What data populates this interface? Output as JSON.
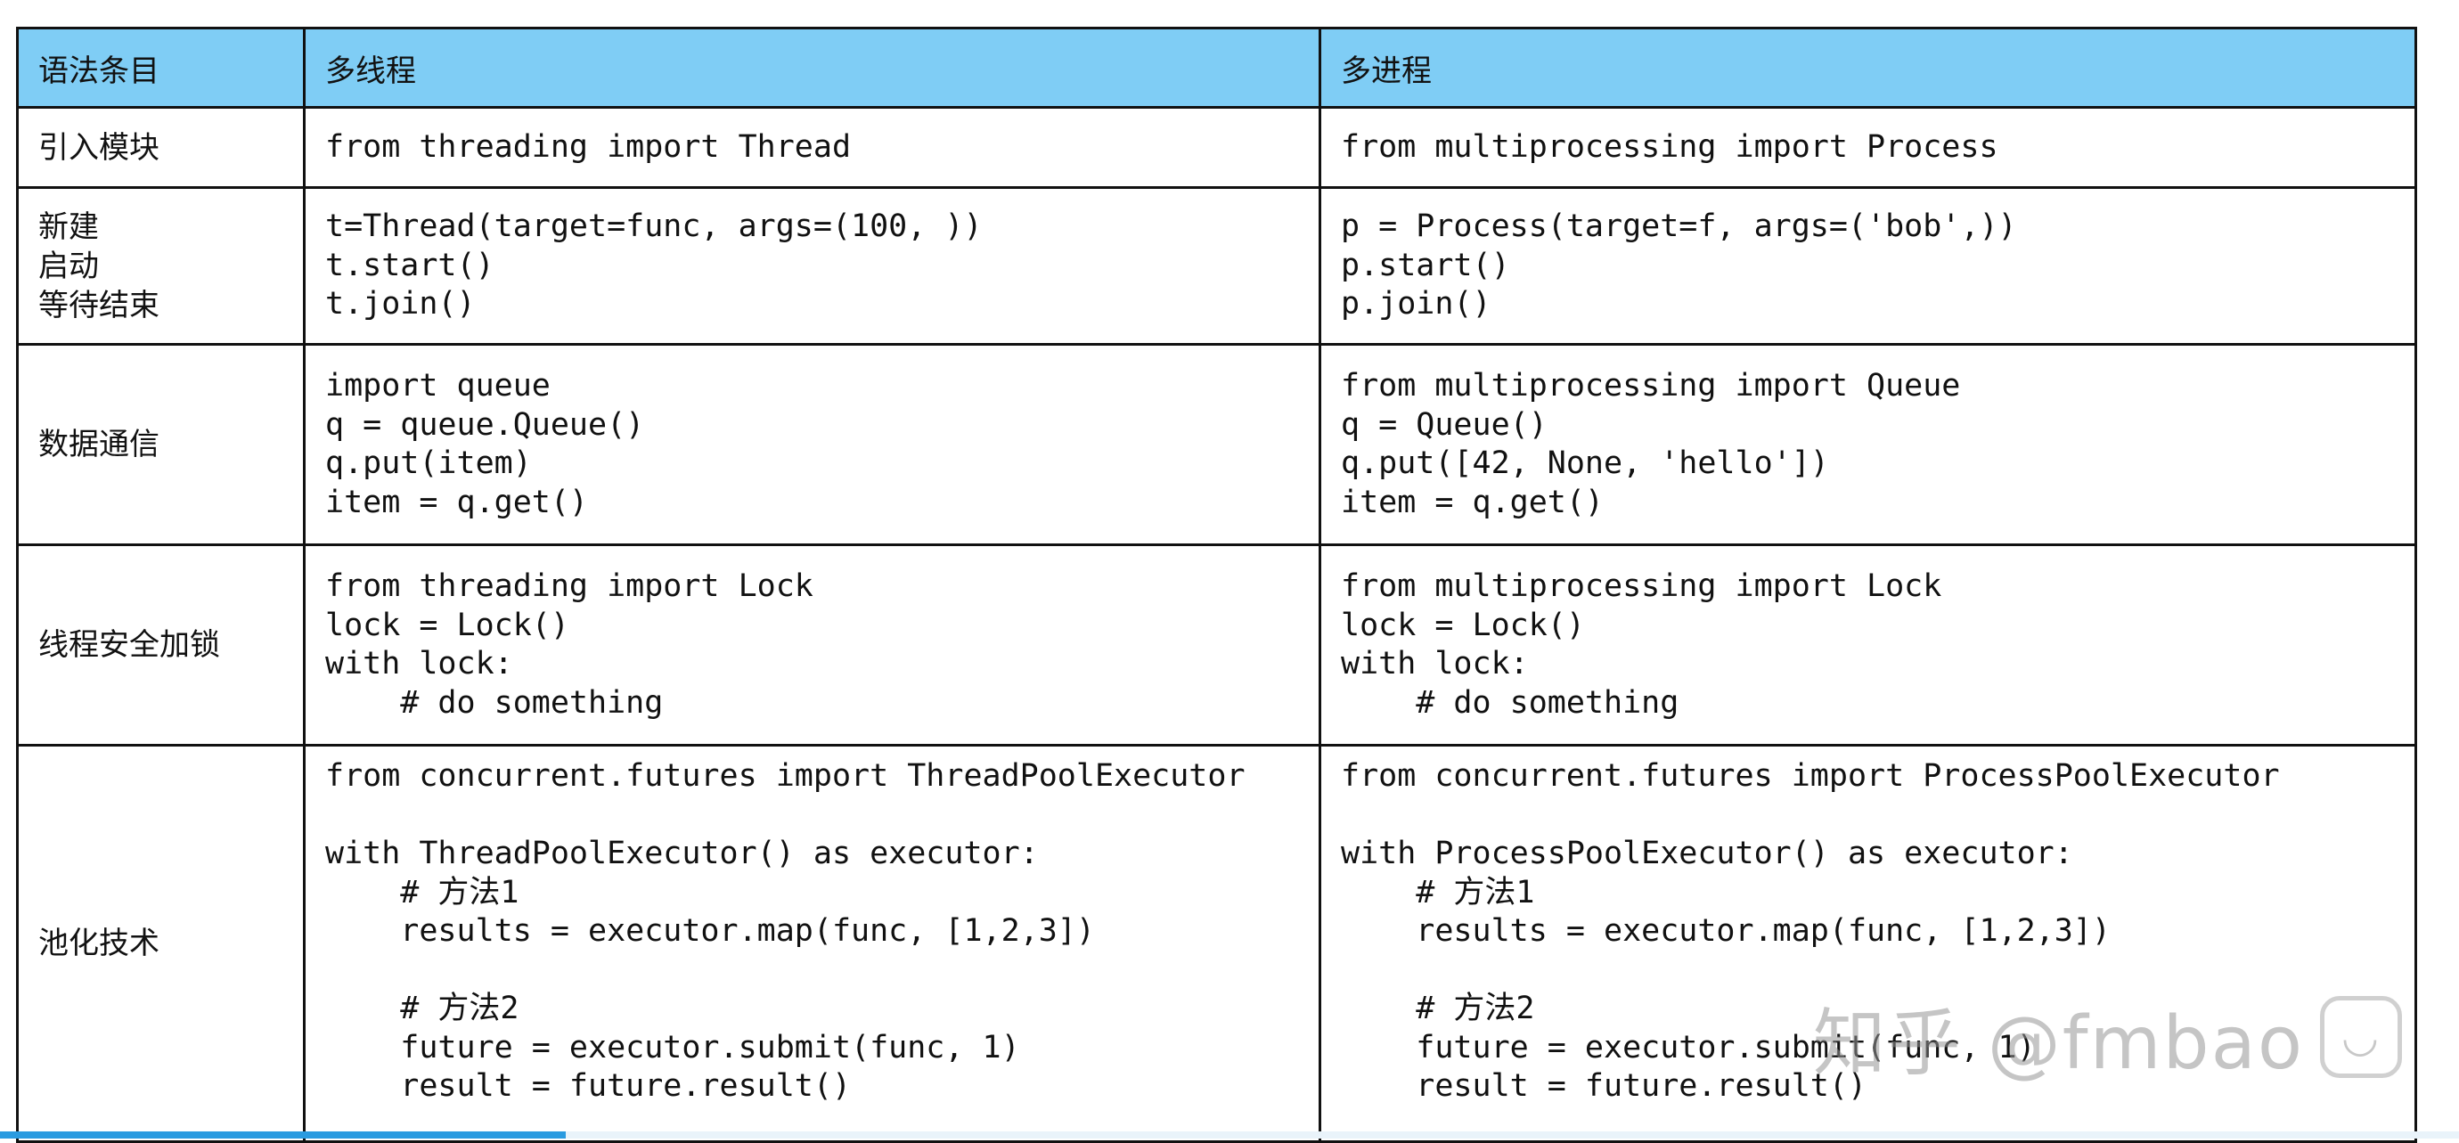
{
  "table": {
    "headers": [
      "语法条目",
      "多线程",
      "多进程"
    ],
    "rows": [
      {
        "label": "引入模块",
        "thread": "from threading import Thread",
        "process": "from multiprocessing import Process"
      },
      {
        "label": "新建\n启动\n等待结束",
        "thread": "t=Thread(target=func, args=(100, ))\nt.start()\nt.join()",
        "process": "p = Process(target=f, args=('bob',))\np.start()\np.join()"
      },
      {
        "label": "数据通信",
        "thread": "import queue\nq = queue.Queue()\nq.put(item)\nitem = q.get()",
        "process": "from multiprocessing import Queue\nq = Queue()\nq.put([42, None, 'hello'])\nitem = q.get()"
      },
      {
        "label": "线程安全加锁",
        "thread": "from threading import Lock\nlock = Lock()\nwith lock:\n    # do something",
        "process": "from multiprocessing import Lock\nlock = Lock()\nwith lock:\n    # do something"
      },
      {
        "label": "池化技术",
        "thread": "from concurrent.futures import ThreadPoolExecutor\n\nwith ThreadPoolExecutor() as executor:\n    # 方法1\n    results = executor.map(func, [1,2,3])\n\n    # 方法2\n    future = executor.submit(func, 1)\n    result = future.result()",
        "process": "from concurrent.futures import ProcessPoolExecutor\n\nwith ProcessPoolExecutor() as executor:\n    # 方法1\n    results = executor.map(func, [1,2,3])\n\n    # 方法2\n    future = executor.submit(func, 1)\n    result = future.result()"
      }
    ]
  },
  "watermark": {
    "text": "知乎 @fmbao",
    "icon": "bilibili-tv-icon"
  },
  "progress": {
    "fraction": 0.23
  },
  "colors": {
    "header_bg": "#7fcdf5",
    "border": "#111111",
    "progress": "#2a9be0"
  }
}
